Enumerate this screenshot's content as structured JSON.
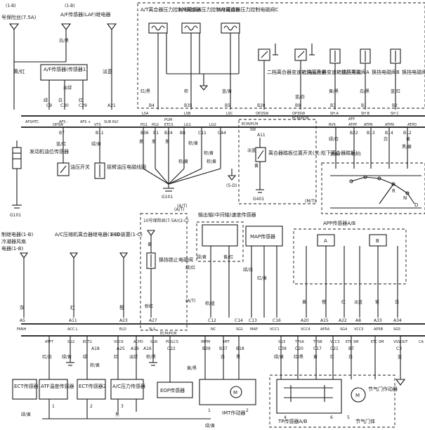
{
  "top": {
    "fuse_label": "号保险丝(7.5A)",
    "fuse_ref": "(1-B)",
    "laf_relay": "A/F传感器(LAF)继电器",
    "laf_ref": "(1-B)",
    "w_white_black": "白/黑",
    "w_yellow_red": "黄/红",
    "w_light_blue": "淡蓝",
    "af_sensor": "A/F传感器(传感器1)",
    "w_light_green": "淡绿",
    "w_green": "绿",
    "w_white": "白",
    "w_red": "红",
    "p_c9": "C9",
    "p_c30": "C30",
    "p_c29": "C29",
    "p_a21": "A21",
    "s_afshtc": "AFSHTC",
    "s_afs1": "AFS -",
    "s_afs2": "AFS +",
    "s_subrly": "SUB RLY"
  },
  "at": {
    "sw_a": "A/T离合器压力控制电磁阀A",
    "sw_b": "A/T离合器压力控制电磁阀B",
    "sw_c": "A/T离合器压力控制电磁阀C",
    "w_red_black": "红/黑",
    "w_brown": "棕",
    "w_blue_yellow": "蓝/黄",
    "w_blue_white": "蓝/白",
    "p_b4": "B4",
    "p_b35": "B35",
    "p_b5": "B5",
    "p_b28": "B28",
    "p_b9": "B9",
    "s_lsa": "LSA",
    "s_lsb": "LSB",
    "s_lsc": "LSC",
    "s_op2sw": "OP2SW",
    "s_op3sw": "OP3SW",
    "sw2": "二档离合器变速箱油压开关",
    "sw3": "三档离合器变速箱油压开关",
    "shift_a": "换挡电磁阀A",
    "shift_b": "换挡电磁阀B",
    "shift_c": "换挡电磁阀C",
    "w_yellow_black": "黄/黑",
    "w_white_black": "白/黑",
    "w_blue_red": "蓝/红",
    "p_b3": "B3",
    "p_b1": "B1",
    "p_b2": "B2",
    "s_sha": "SH A",
    "s_shb": "SH B",
    "s_shc": "SH C"
  },
  "mid": {
    "s_opsw": "OPSW",
    "s_vts": "VTS",
    "p_b7": "B7",
    "p_b11": "B11",
    "w_blue_red": "蓝/红",
    "w_green_yellow": "绿/黄",
    "oil_sensor": "发动机油位传感器",
    "oil_sw": "油压开关",
    "rocker": "摇臂油压电磁线圈",
    "s_pg1": "PG1",
    "s_pg2": "PG2",
    "s_pgm": "PGM",
    "s_etcs": "ETCS",
    "s_lg1": "LG1",
    "s_lg2": "LG2",
    "p_b36": "B36",
    "p_b1": "B1",
    "p_b24": "B24",
    "p_b8": "B8",
    "p_c11": "C11",
    "p_c44": "C44",
    "w_black": "黑",
    "w_brown_yellow": "棕/黄",
    "g101": "G101",
    "ref_5d": "(5-D)",
    "ecmpcm": "ECM/PCM",
    "s_sw": "SW",
    "p_a11": "A11",
    "w_lightblue": "淡蓝",
    "w_yellow": "黄",
    "clutch_sw": "离合器踏板位置开关(关:松下离合器踏板)",
    "g401": "G401",
    "mt": "(M/T)",
    "s_atp": "ATP",
    "s_atpp": "ATPP",
    "s_atpr": "ATPR",
    "s_atpn": "ATPN",
    "s_atpd": "ATPD",
    "s_rvs": "RVS",
    "p_b22": "B22",
    "p_b13": "B13",
    "p_b14": "B14",
    "p_b12": "B12",
    "w_green_white": "绿/白",
    "w_white": "白",
    "w_brown_white": "棕/白",
    "w_blue_white": "蓝/白",
    "w_black_yellow": "黑/黄",
    "pos_r": "R",
    "pos_n": "N",
    "pos_d": "D"
  },
  "low": {
    "relay1": "制继电器(1-B)",
    "relay1b": "冷凝器风扇",
    "relay1c": "电器(1-B)",
    "ac_relay": "A/C压缩机离合器继电器(1-B)",
    "eld": "ELD装置(1-C)",
    "fuse10": "10号保险丝(7.5A)(2-C)",
    "fuse_at": "(A/T)",
    "shift_lock": "换挡锁止电磁阀",
    "w_yellow": "黄",
    "w_pink_red": "粉红",
    "w_grey": "灰",
    "w_red": "红",
    "w_orange": "橙",
    "p_a5": "A5",
    "p_a11": "A11",
    "p_a23": "A23",
    "p_a27": "A27",
    "s_fanh": "FANH",
    "s_accl": "ACC L",
    "s_eld": "ELD",
    "s_sls": "SLS",
    "cs_sensor": "输出轴(中间轴)速度传感器",
    "map_sensor": "MAP传感器",
    "app_sensor": "APP传感器A/B",
    "app_a": "A",
    "app_b": "B",
    "w_green_yellow": "绿/黄",
    "w_green_red": "绿/红",
    "w_yellow_red": "黄/红",
    "w_blue": "蓝",
    "w_brown_blue": "棕/蓝",
    "w_red_yellow": "红/黄",
    "w_green_white": "绿/白",
    "w_lightblue": "淡蓝",
    "w_purple": "紫",
    "w_white": "白",
    "w_green": "绿",
    "w_black": "黑",
    "p_a34": "A34",
    "s_nc": "NC",
    "s_sg1": "SG1",
    "s_map": "MAP",
    "s_vcc1": "VCC1",
    "s_vcc4": "VCC4",
    "s_ap5a": "AP5A",
    "s_sg4": "SG4",
    "s_vcc5": "VCC5",
    "s_ap5b": "AP5B",
    "s_sg5": "SG5",
    "p_c12": "C12",
    "p_c14": "C14",
    "p_c13": "C13",
    "p_c16": "C16",
    "p_a20": "A20",
    "p_a15": "A15",
    "p_a22": "A22",
    "p_a8": "A8",
    "p_a33": "A33",
    "at_mark": "(A/T)"
  },
  "bottom": {
    "s_atft": "ATFT",
    "s_sg2": "SG2",
    "s_ect2": "ECT2",
    "s_vcc6": "VCC6",
    "s_acpd": "ACPD",
    "s_sg6": "SG6",
    "s_poilcs": "POILCS",
    "s_imtm": "IMTM",
    "s_imt": "IMT",
    "s_sg3": "SG3",
    "s_tpsa": "TPSA",
    "s_tpsb": "TPSB",
    "s_vcc3": "VCC3",
    "s_etcsm": "ETC SM",
    "s_etcsm2": "ETC SM",
    "s_vssout": "VSSOUT",
    "s_ca": "CA",
    "p_a25": "A25",
    "p_a19": "A19",
    "p_a16": "A16",
    "p_a18": "A18",
    "p_c22": "C22",
    "p_b39": "B39",
    "p_b37": "B37",
    "p_b18": "B18",
    "p_c39": "C39",
    "p_c20": "C20",
    "p_c17": "C17",
    "p_c21": "C21",
    "p_b7": "B7",
    "p_c3": "C3",
    "w_red_white": "红/白",
    "w_green_yellow": "绿/黄",
    "w_green": "绿",
    "w_brown_yellow": "棕/黄",
    "w_red": "红",
    "w_lightgreen": "淡绿",
    "w_brown_black": "棕/黑",
    "w_yellow_black": "黄/黑",
    "w_white": "白",
    "w_black": "黑",
    "w_blue": "蓝",
    "w_red_black": "红/黑",
    "w_yellow": "黄",
    "ect_sensor": "ECT传感器",
    "atf_sensor": "ATF温度传感器",
    "ect2_sensor": "ECT传感器2",
    "ac_sensor": "A/C压力传感器",
    "eop_sensor": "EOP传感器",
    "imt_motor": "IMT作动器",
    "motor_m": "M",
    "tp_sensor": "TP传感器A/B",
    "throttle": "节气门体",
    "throttle_act": "节气门作动器",
    "motor_m2": "M",
    "pin1": "1",
    "pin2": "2",
    "pin3": "3",
    "pin4": "4",
    "pin5": "5",
    "pin6": "6"
  }
}
